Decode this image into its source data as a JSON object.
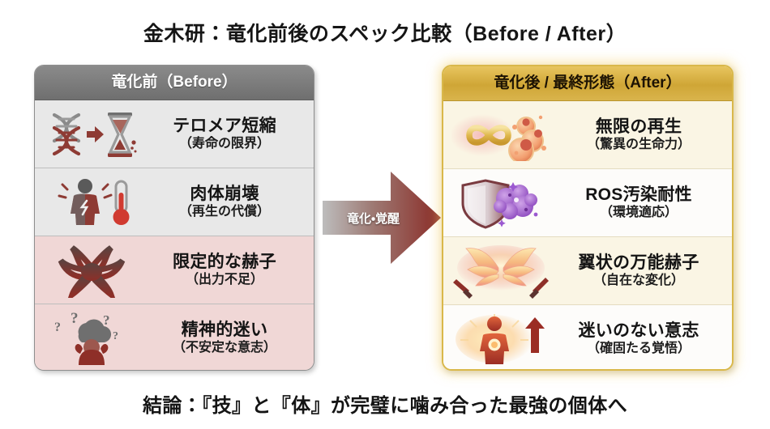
{
  "title": "金木研：竜化前後のスペック比較（Before / After）",
  "conclusion": "結論：『技』と『体』が完璧に噛み合った最強の個体へ",
  "arrow": {
    "label": "竜化・覚醒",
    "gradient_from": "#b9b9b9",
    "gradient_to": "#8e2d2a"
  },
  "before_panel": {
    "header": "竜化前（Before）",
    "header_color": "#7a7a7a",
    "rows": [
      {
        "icon": "dna-hourglass-icon",
        "main": "テロメア短縮",
        "sub": "（寿命の限界）",
        "tint": "gray"
      },
      {
        "icon": "body-breakdown-thermometer-icon",
        "main": "肉体崩壊",
        "sub": "（再生の代償）",
        "tint": "gray"
      },
      {
        "icon": "kagune-tentacles-icon",
        "main": "限定的な赫子",
        "sub": "（出力不足）",
        "tint": "pink"
      },
      {
        "icon": "confused-mind-icon",
        "main": "精神的迷い",
        "sub": "（不安定な意志）",
        "tint": "pink"
      }
    ]
  },
  "after_panel": {
    "header": "竜化後 / 最終形態（After）",
    "header_color": "#cfa636",
    "rows": [
      {
        "icon": "infinity-cells-icon",
        "main": "無限の再生",
        "sub": "（驚異の生命力）",
        "tint": "cream"
      },
      {
        "icon": "shield-toxin-icon",
        "main": "ROS汚染耐性",
        "sub": "（環境適応）",
        "tint": "white"
      },
      {
        "icon": "winged-kagune-swords-icon",
        "main": "翼状の万能赫子",
        "sub": "（自在な変化）",
        "tint": "cream"
      },
      {
        "icon": "resolute-will-icon",
        "main": "迷いのない意志",
        "sub": "（確固たる覚悟）",
        "tint": "white"
      }
    ]
  }
}
